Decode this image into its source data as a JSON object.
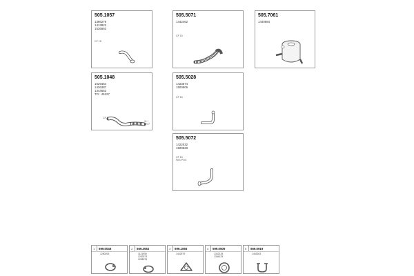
{
  "parts": [
    {
      "part_no": "505.1057",
      "refs": [
        "1386279",
        "1413922",
        "1536663"
      ],
      "note": "CF 15"
    },
    {
      "part_no": "505.5071",
      "refs": [
        "1442462"
      ],
      "note": "CF 15"
    },
    {
      "part_no": "505.7061",
      "refs": [
        "1440884"
      ],
      "note": ""
    },
    {
      "part_no": "505.1048",
      "refs": [
        "1029454",
        "1426387",
        "1344653",
        "TO : 45127"
      ],
      "note": ""
    },
    {
      "part_no": "505.5028",
      "refs": [
        "1423574",
        "1500606"
      ],
      "note": "CF 15"
    },
    {
      "part_no": "505.5072",
      "refs": [
        "1422032",
        "1500623"
      ],
      "note": "CF 15\nFAS POX"
    }
  ],
  "part4_labels": {
    "left": "CF 8/175",
    "right": "11 / 4777"
  },
  "accessories": [
    {
      "index": "1",
      "part_no": "599.0046",
      "refs": [
        "1280205"
      ]
    },
    {
      "index": "2",
      "part_no": "569.3062",
      "refs": [
        "1121950",
        "1263373",
        "1265376"
      ]
    },
    {
      "index": "3",
      "part_no": "599.1065",
      "refs": [
        "1442579"
      ]
    },
    {
      "index": "4",
      "part_no": "599.0505",
      "refs": [
        "1342135",
        "1346125"
      ]
    },
    {
      "index": "5",
      "part_no": "569.0919",
      "refs": [
        "1453263"
      ]
    }
  ]
}
